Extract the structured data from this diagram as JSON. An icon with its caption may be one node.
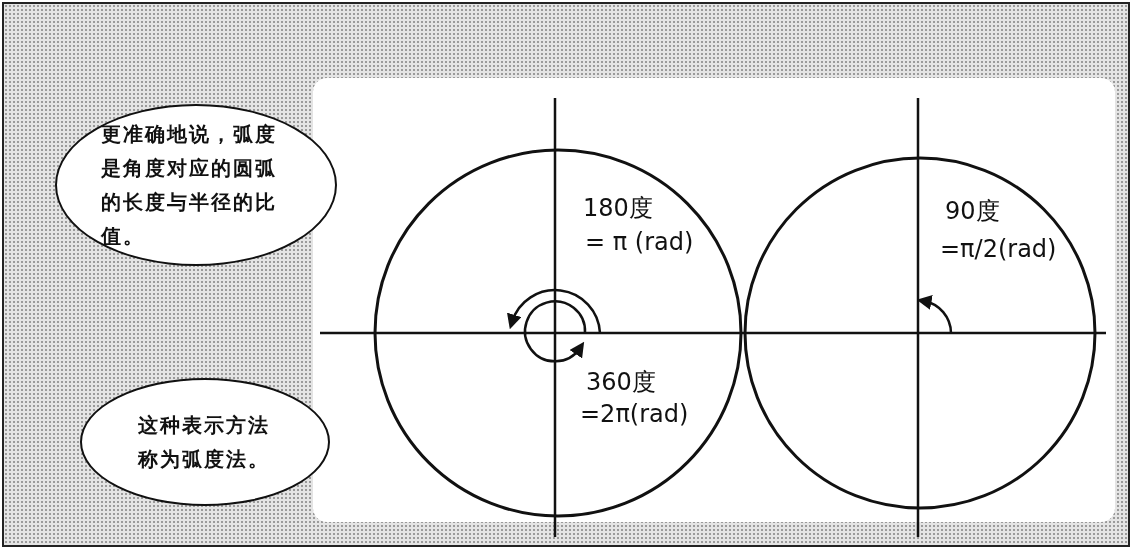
{
  "diagram": {
    "nodes": [
      {
        "text": [
          "更准确地说，弧度是角度对应的圆弧的长度与半径的比值。"
        ]
      },
      {
        "text": [
          "这种表示方法称为弧度法。"
        ]
      }
    ],
    "edges": [],
    "labels": [
      "180度",
      "= π (rad)",
      "360度",
      "=2π(rad)",
      "90度",
      "=π/2(rad)"
    ]
  }
}
